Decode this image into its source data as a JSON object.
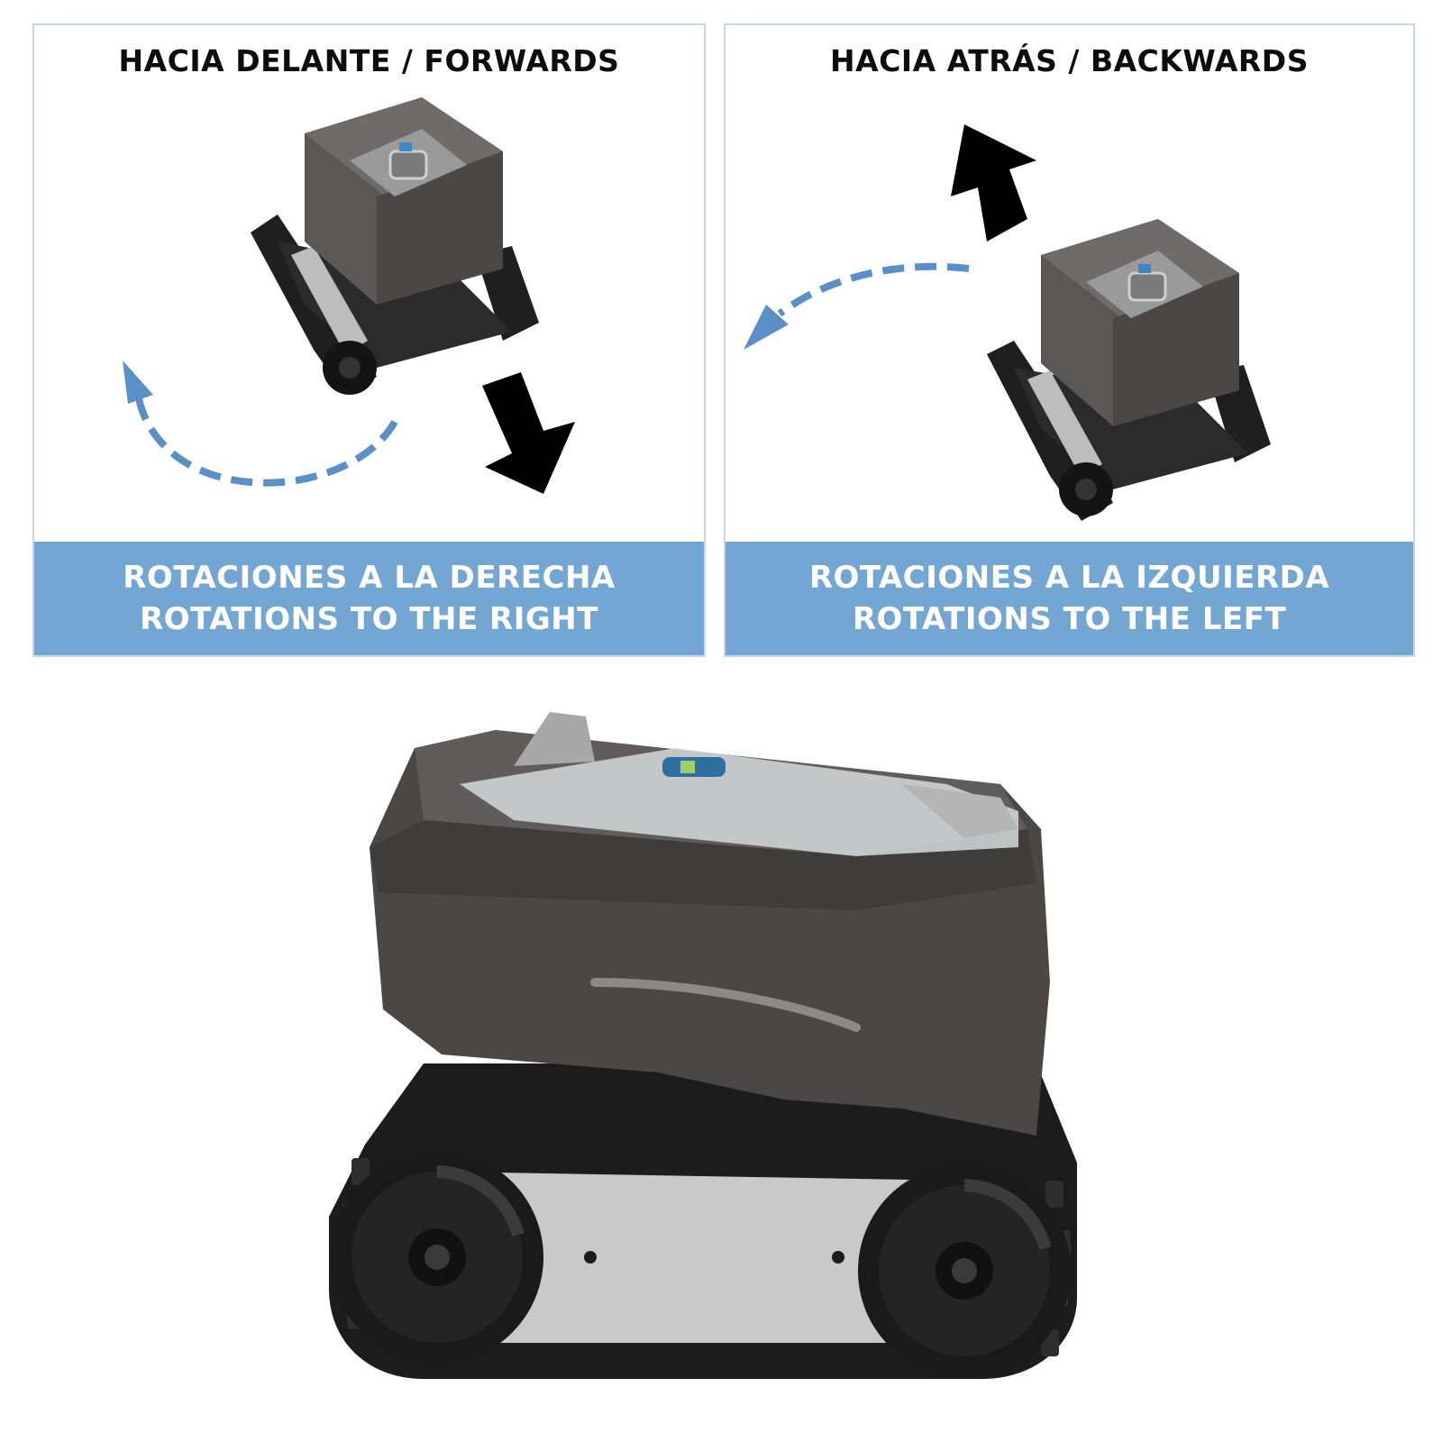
{
  "panels": [
    {
      "title": "HACIA DELANTE / FORWARDS",
      "caption_es": "ROTACIONES A LA DERECHA",
      "caption_en": "ROTATIONS TO THE RIGHT"
    },
    {
      "title": "HACIA ATRÁS / BACKWARDS",
      "caption_es": "ROTACIONES A LA IZQUIERDA",
      "caption_en": "ROTATIONS TO THE LEFT"
    }
  ],
  "colors": {
    "accent_blue": "#74a6d3",
    "panel_border": "#c7d7e8",
    "arrow_black": "#000000",
    "dashed_arrow_blue": "#5b8fc8",
    "robot_body": "#4a4746",
    "robot_track": "#1f1f1f",
    "robot_side_panel": "#c9c9c9"
  },
  "icons": {
    "movement_arrow": "black-arrow-icon",
    "rotation_arrow": "dashed-curved-arrow-icon",
    "robot": "pool-cleaning-robot-image"
  }
}
